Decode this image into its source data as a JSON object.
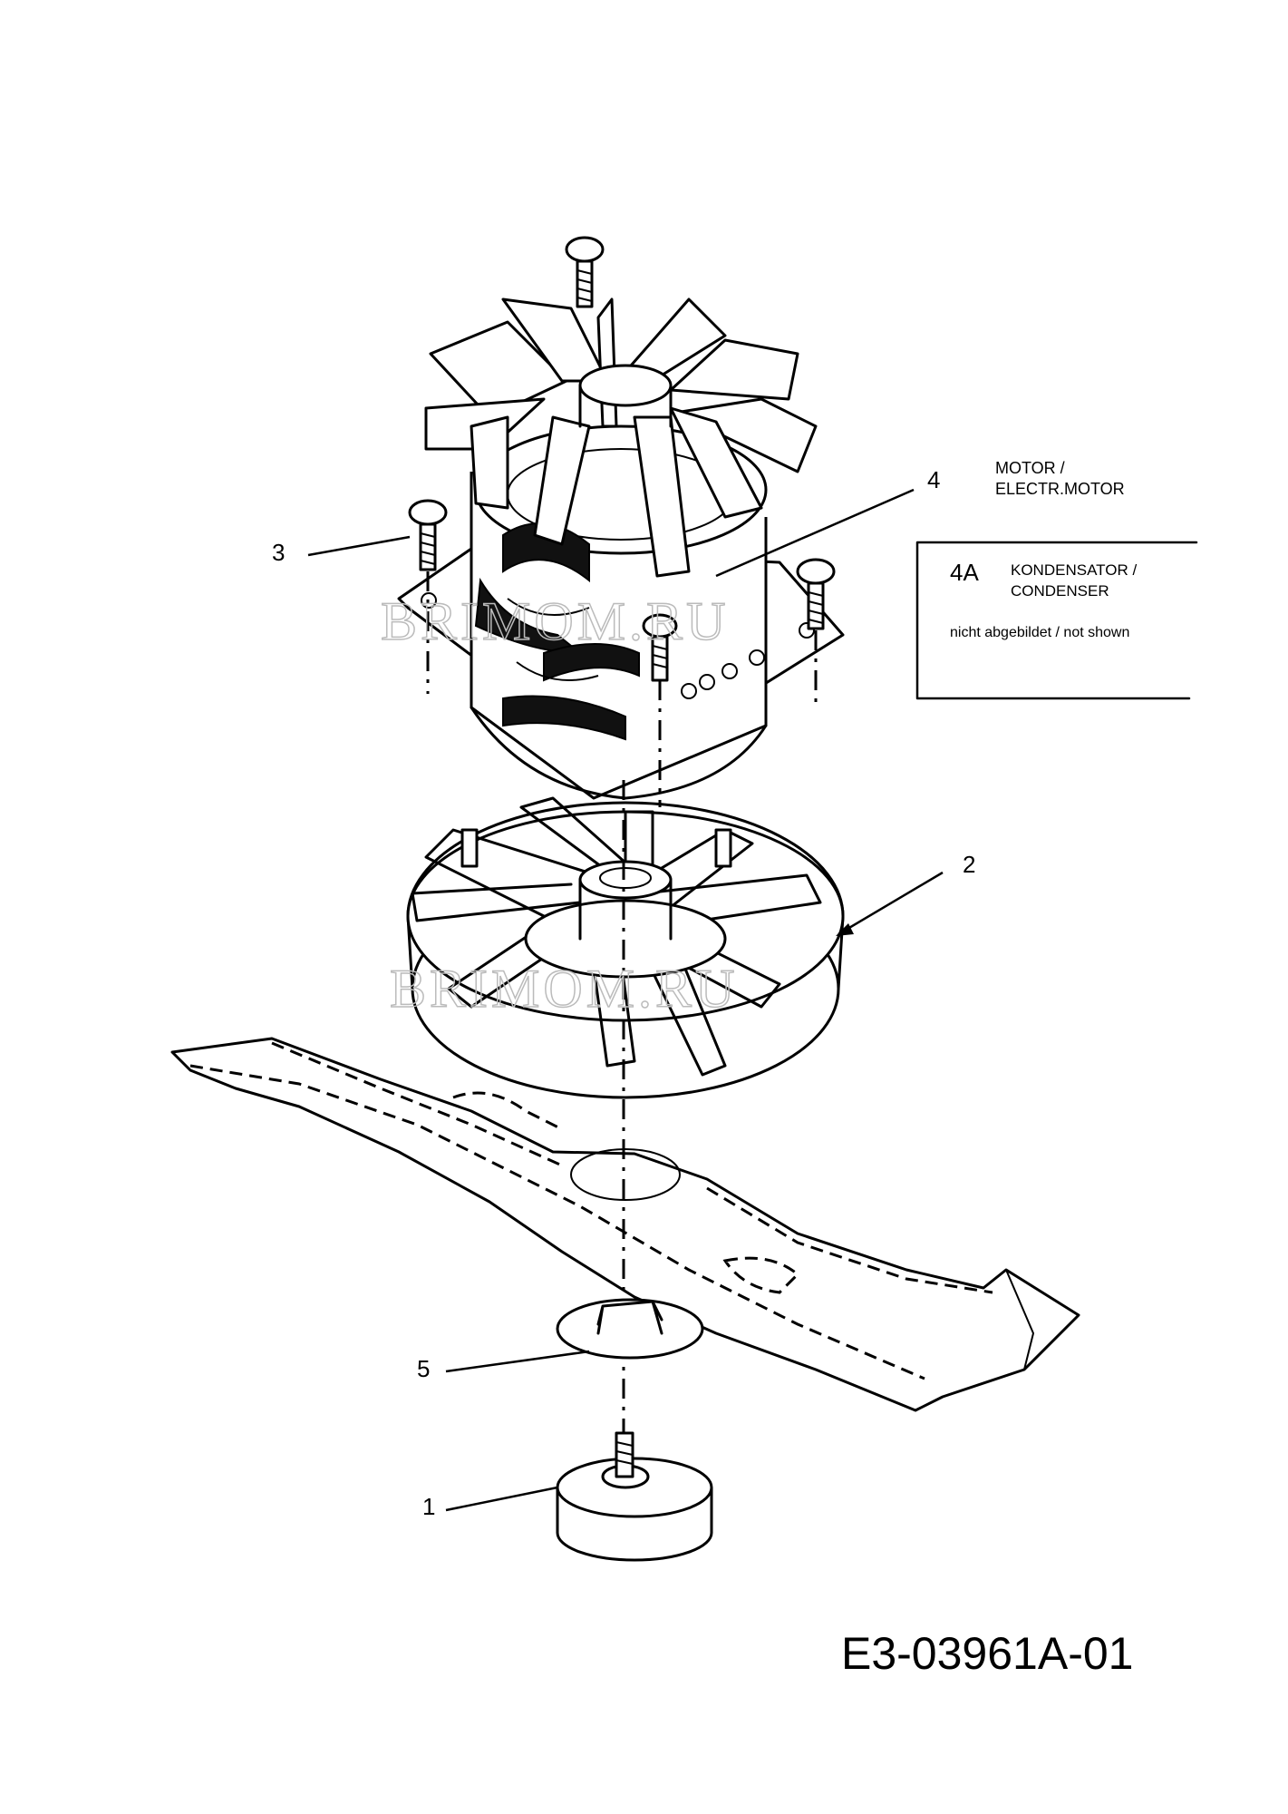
{
  "callouts": {
    "c1": "1",
    "c2": "2",
    "c3": "3",
    "c4": "4",
    "c5": "5"
  },
  "motor_label": {
    "line1": "MOTOR /",
    "line2": "ELECTR.MOTOR"
  },
  "info_box": {
    "part_no": "4A",
    "line1": "KONDENSATOR /",
    "line2": "CONDENSER",
    "note": "nicht abgebildet / not shown"
  },
  "watermark": "BRIMOM.RU",
  "drawing_number": "E3-03961A-01"
}
